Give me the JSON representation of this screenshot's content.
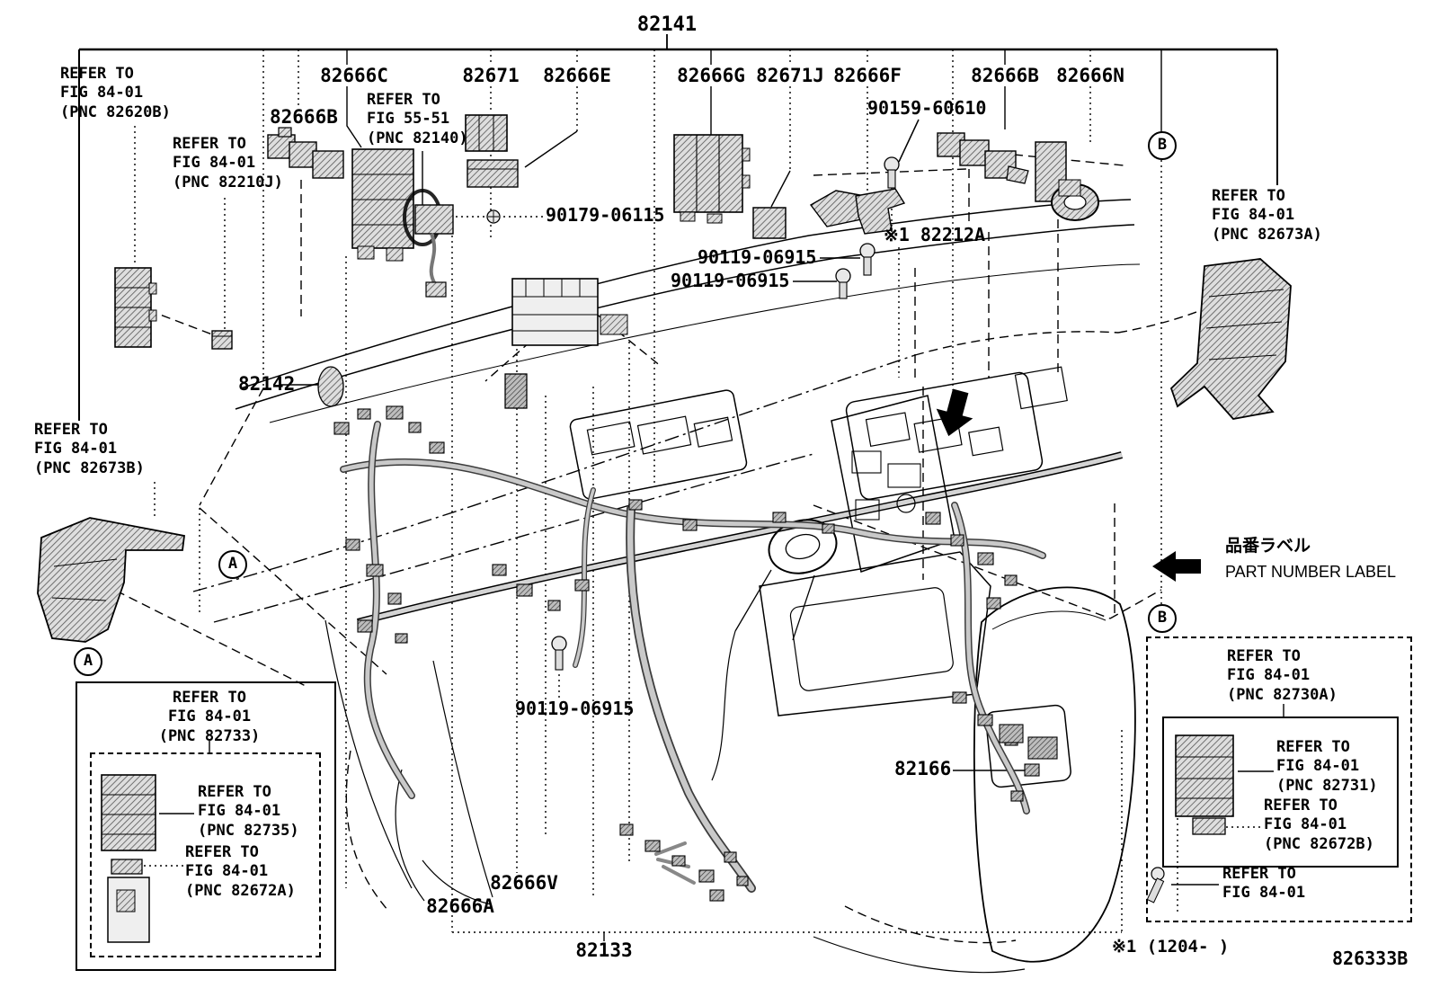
{
  "figure": {
    "number": "82141",
    "code": "826333B",
    "footnote": "※1 (1204-      )"
  },
  "annotation": {
    "jp": "品番ラベル",
    "en": "PART NUMBER LABEL"
  },
  "insets": {
    "a": "A",
    "b": "B"
  },
  "top_labels": {
    "t82666c": "82666C",
    "t82671": "82671",
    "t82666e": "82666E",
    "t82666g": "82666G",
    "t82671j": "82671J",
    "t82666f": "82666F",
    "t82666b": "82666B",
    "t82666n": "82666N"
  },
  "part_labels": {
    "p82142": "82142",
    "p82166": "82166",
    "p82133": "82133",
    "p82666v": "82666V",
    "p82666a": "82666A",
    "p82666b_left": "82666B",
    "p82212a": "※1 82212A",
    "p90179": "90179-06115",
    "p90159": "90159-60610",
    "p90119": "90119-06915"
  },
  "refer_notes": {
    "r82620b": "REFER TO\nFIG 84-01\n(PNC 82620B)",
    "r82210j": "REFER TO\nFIG 84-01\n(PNC 82210J)",
    "r5551": "REFER TO\nFIG 55-51\n(PNC 82140)",
    "r82673a": "REFER TO\nFIG 84-01\n(PNC 82673A)",
    "r82673b": "REFER TO\nFIG 84-01\n(PNC 82673B)",
    "r82733": "REFER TO\nFIG 84-01\n(PNC 82733)",
    "r82735": "REFER TO\nFIG 84-01\n(PNC 82735)",
    "r82672a": "REFER TO\nFIG 84-01\n(PNC 82672A)",
    "r82730a": "REFER TO\nFIG 84-01\n(PNC 82730A)",
    "r82731": "REFER TO\nFIG 84-01\n(PNC 82731)",
    "r82672b": "REFER TO\nFIG 84-01\n(PNC 82672B)",
    "r8401": "REFER TO\nFIG 84-01"
  }
}
